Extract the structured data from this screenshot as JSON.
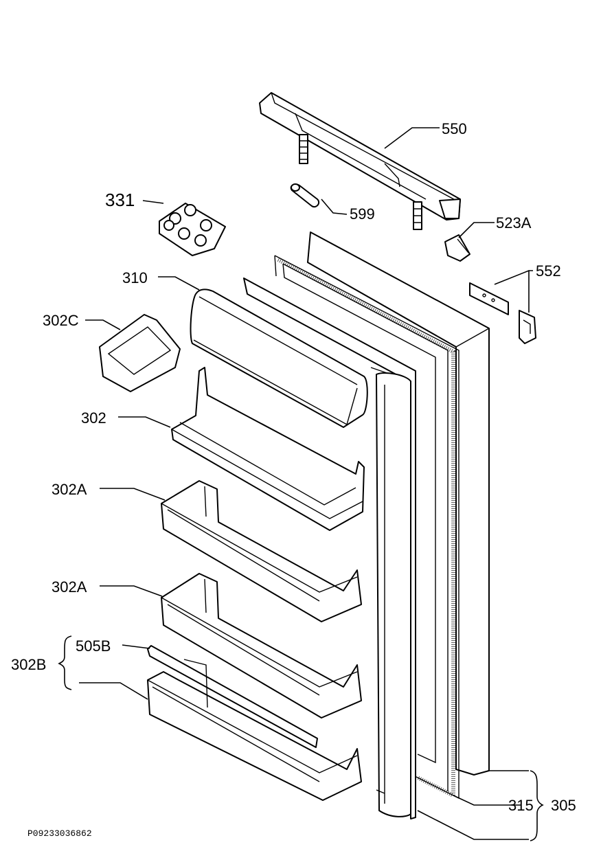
{
  "diagram": {
    "reference_code": "P09233036862",
    "labels": {
      "l550": "550",
      "l599": "599",
      "l331": "331",
      "l523a": "523A",
      "l552": "552",
      "l310": "310",
      "l302c": "302C",
      "l302": "302",
      "l302a_1": "302A",
      "l302a_2": "302A",
      "l505b": "505B",
      "l302b": "302B",
      "l315": "315",
      "l305": "305"
    }
  }
}
